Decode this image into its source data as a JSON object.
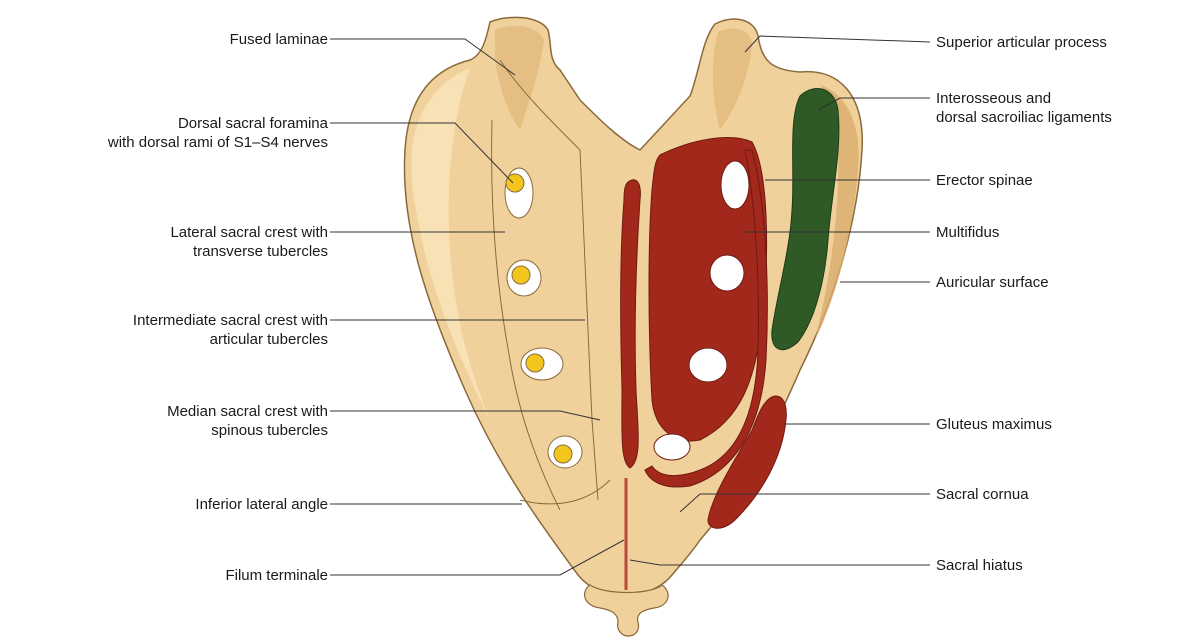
{
  "left_labels": [
    {
      "id": "fused-laminae",
      "lines": [
        "Fused laminae"
      ]
    },
    {
      "id": "dorsal-sacral-foramina",
      "lines": [
        "Dorsal sacral foramina",
        "with dorsal rami of S1–S4 nerves"
      ]
    },
    {
      "id": "lateral-sacral-crest",
      "lines": [
        "Lateral sacral crest with",
        "transverse tubercles"
      ]
    },
    {
      "id": "intermediate-sacral-crest",
      "lines": [
        "Intermediate sacral crest with",
        "articular tubercles"
      ]
    },
    {
      "id": "median-sacral-crest",
      "lines": [
        "Median sacral crest with",
        "spinous tubercles"
      ]
    },
    {
      "id": "inferior-lateral-angle",
      "lines": [
        "Inferior lateral angle"
      ]
    },
    {
      "id": "filum-terminale",
      "lines": [
        "Filum terminale"
      ]
    }
  ],
  "right_labels": [
    {
      "id": "superior-articular-process",
      "lines": [
        "Superior articular process"
      ]
    },
    {
      "id": "interosseous-ligaments",
      "lines": [
        "Interosseous and",
        "dorsal sacroiliac ligaments"
      ]
    },
    {
      "id": "erector-spinae",
      "lines": [
        "Erector spinae"
      ]
    },
    {
      "id": "multifidus",
      "lines": [
        "Multifidus"
      ]
    },
    {
      "id": "auricular-surface",
      "lines": [
        "Auricular surface"
      ]
    },
    {
      "id": "gluteus-maximus",
      "lines": [
        "Gluteus maximus"
      ]
    },
    {
      "id": "sacral-cornua",
      "lines": [
        "Sacral cornua"
      ]
    },
    {
      "id": "sacral-hiatus",
      "lines": [
        "Sacral hiatus"
      ]
    }
  ],
  "colors": {
    "bone": "#f1d19b",
    "bone_shadow": "#d9ae6e",
    "bone_outline": "#8a6a3c",
    "muscle": "#a3281c",
    "ligament": "#2f5a26",
    "nerve": "#f2c61c",
    "leader_line": "#333333",
    "text": "#1a1a1a"
  }
}
